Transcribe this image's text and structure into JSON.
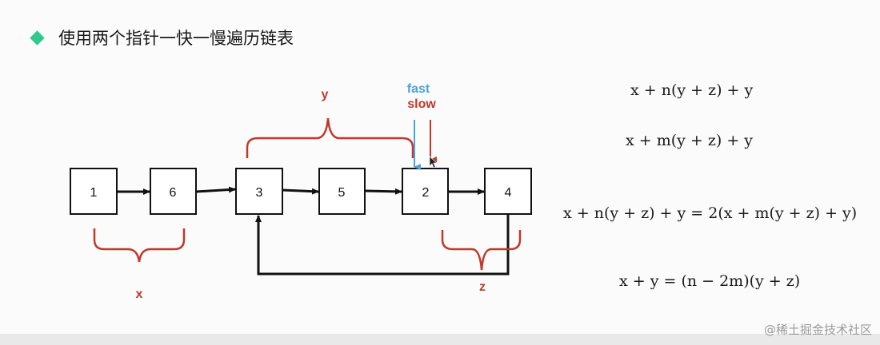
{
  "heading": {
    "text": "使用两个指针一快一慢遍历链表"
  },
  "list": {
    "nodes": [
      "1",
      "6",
      "3",
      "5",
      "2",
      "4"
    ]
  },
  "pointers": {
    "fast_label": "fast",
    "slow_label": "slow"
  },
  "braces": {
    "x_label": "x",
    "y_label": "y",
    "z_label": "z"
  },
  "formulas": {
    "f1": "x + n(y + z) + y",
    "f2": "x + m(y + z) + y",
    "f3": "x + n(y + z) + y = 2(x + m(y + z) + y)",
    "f4": "x + y = (n − 2m)(y + z)"
  },
  "watermark": "@稀土掘金技术社区",
  "colors": {
    "accent_green": "#2ec98b",
    "brace_red": "#c0392b",
    "fast_blue": "#4aa3df",
    "slow_red": "#c0392b"
  }
}
